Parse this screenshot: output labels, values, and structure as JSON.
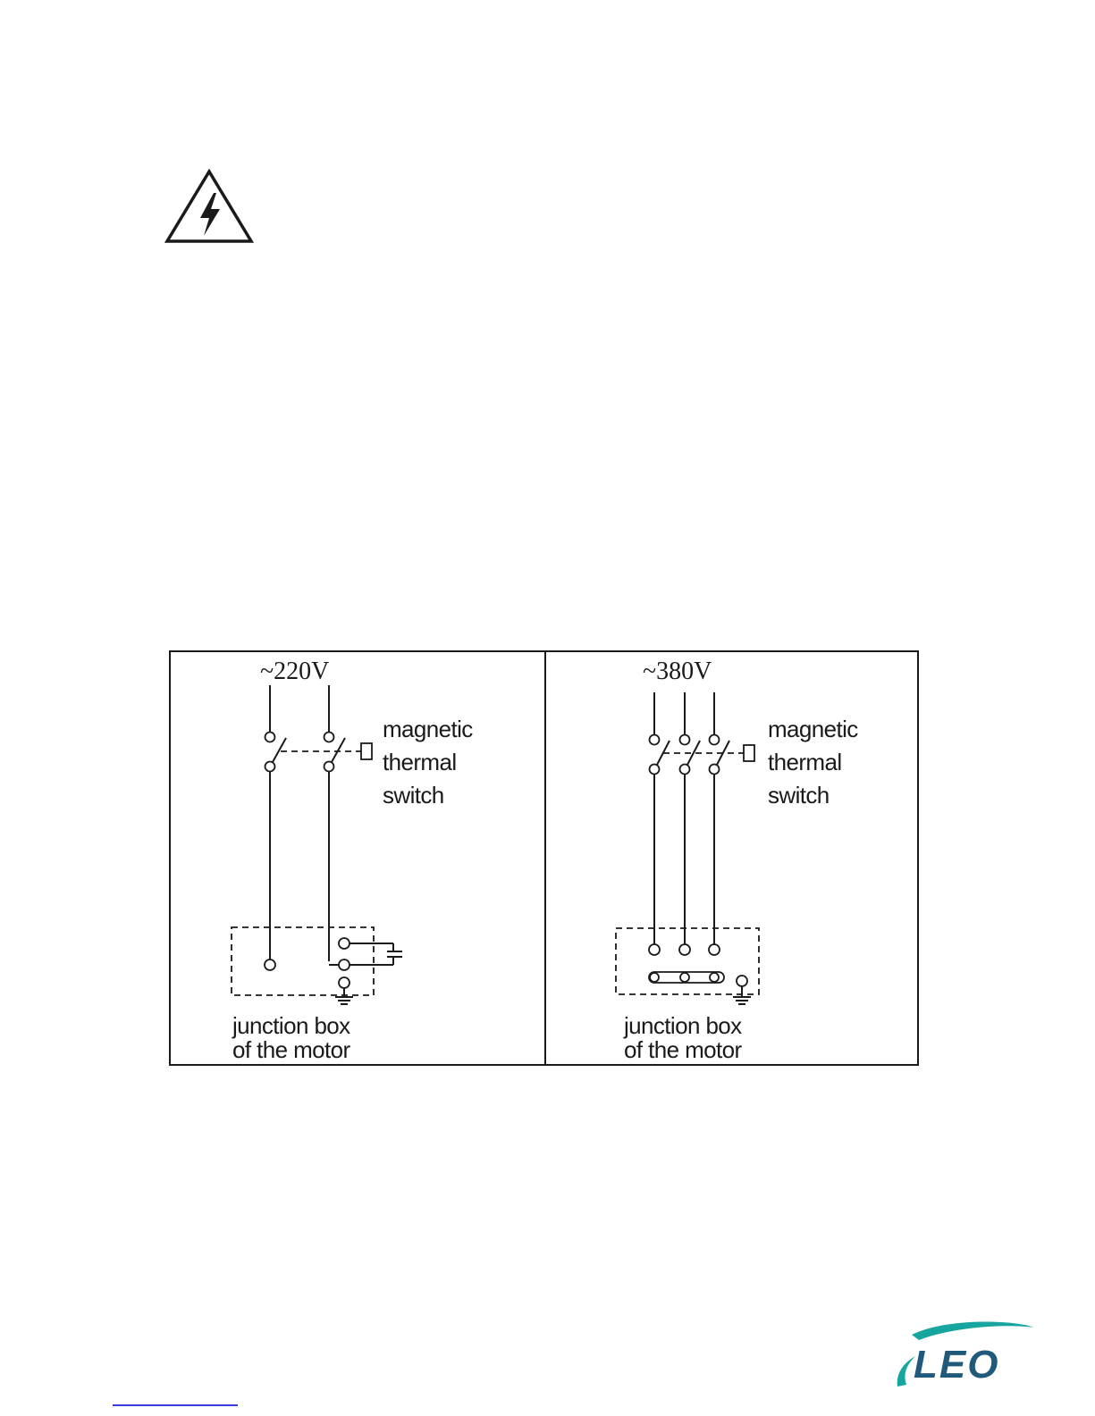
{
  "icons": {
    "warning": "high-voltage-warning-icon",
    "logo": "leo-logo"
  },
  "colors": {
    "line": "#1a1a1a",
    "logo_blue": "#1f5a7a",
    "logo_teal": "#17a5a0",
    "link": "#3b3bd9"
  },
  "single_phase": {
    "voltage": "~220V",
    "switch_label": [
      "magnetic",
      "thermal",
      "switch"
    ],
    "box_label": [
      "junction box",
      "of the motor"
    ]
  },
  "three_phase": {
    "voltage": "~380V",
    "switch_label": [
      "magnetic",
      "thermal",
      "switch"
    ],
    "box_label": [
      "junction box",
      "of the motor"
    ]
  },
  "logo": {
    "text": "LEO"
  }
}
